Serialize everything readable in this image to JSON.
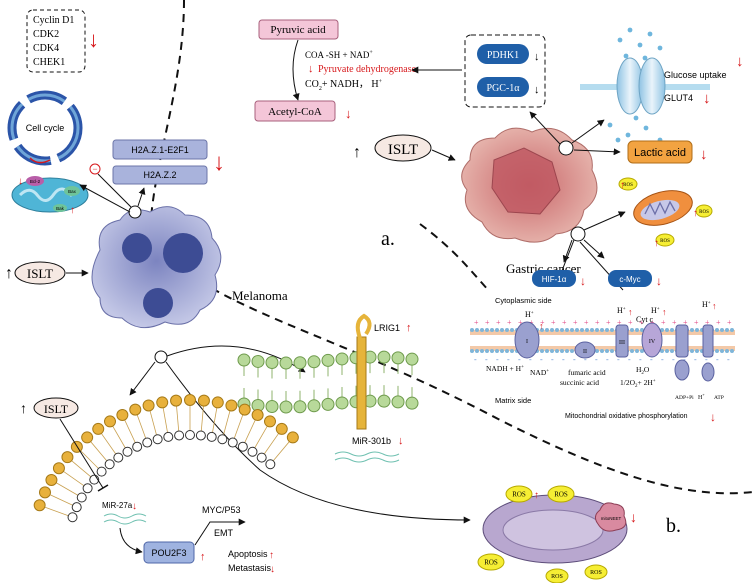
{
  "colors": {
    "red": "#d7191c",
    "pink_box": "#f4c6d8",
    "orange_box": "#f2a341",
    "blue_pill": "#1f5fa8",
    "lavender": "#a9b3dc",
    "cell_blue": "#8e96cc",
    "membrane_green": "#b8d99a",
    "membrane_gold": "#e8b13c",
    "ros_yellow": "#f6ee34"
  },
  "gene_box": [
    "Cyclin D1",
    "CDK2",
    "CDK4",
    "CHEK1"
  ],
  "cell_cycle": {
    "label": "Cell cycle",
    "minus": "−"
  },
  "h2a": {
    "box1": "H2A.Z.1-E2F1",
    "box2": "H2A.Z.2"
  },
  "mito_small": {
    "bcl2": "Bcl-2",
    "bax": "Bax",
    "mito_label": "Bak"
  },
  "melanoma": {
    "islt": "ISLT",
    "label": "Melanoma",
    "up": "↑"
  },
  "islt_bottom": "ISLT",
  "mirna": {
    "mir27a": "MiR-27a",
    "pou2f3": "POU2F3",
    "myc": "MYC/P53",
    "emt": "EMT",
    "apoptosis": "Apoptosis",
    "metastasis": "Metastasis",
    "lrig1": "LRIG1",
    "mir301b": "MiR-301b"
  },
  "mito_big": {
    "ros": "ROS",
    "marker": "mitoNEET"
  },
  "panel_a": {
    "label": "a.",
    "pyruvic": "Pyruvic acid",
    "coa": "COA -SH + NAD",
    "coa_sup": "+",
    "pdh": "Pyruvate dehydrogenase",
    "co2": "CO",
    "co2_rest": "+ NADH， H",
    "co2_sup": "+",
    "acetyl": "Acetyl-CoA",
    "pdhk1": "PDHK1",
    "pgc": "PGC-1α",
    "glucose": "Glucose uptake",
    "glut4": "GLUT4",
    "islt": "ISLT",
    "lactic": "Lactic acid",
    "gastric": "Gastric cancer",
    "hif": "HIF-1α",
    "cmyc": "c-Myc",
    "ros": "ROS"
  },
  "etc": {
    "cytoplasmic": "Cytoplasmic side",
    "matrix": "Matrix side",
    "h": "H",
    "cytc": "Cyt c",
    "nadh": "NADH + H",
    "nad": "NAD",
    "fumaric": "fumaric acid",
    "succinic": "succinic acid",
    "h2o": "H",
    "h2o_rest": "O",
    "o2": "1/2O",
    "o2_rest": "+ 2H",
    "adp": "ADP+Pi",
    "atp": "ATP",
    "oxphos": "Mitochondrial oxidative phosphorylation",
    "c1": "I",
    "c2": "II",
    "c3": "III",
    "c4": "IV"
  },
  "panel_b": {
    "label": "b."
  },
  "arrows": {
    "up": "↑",
    "down": "↓"
  }
}
